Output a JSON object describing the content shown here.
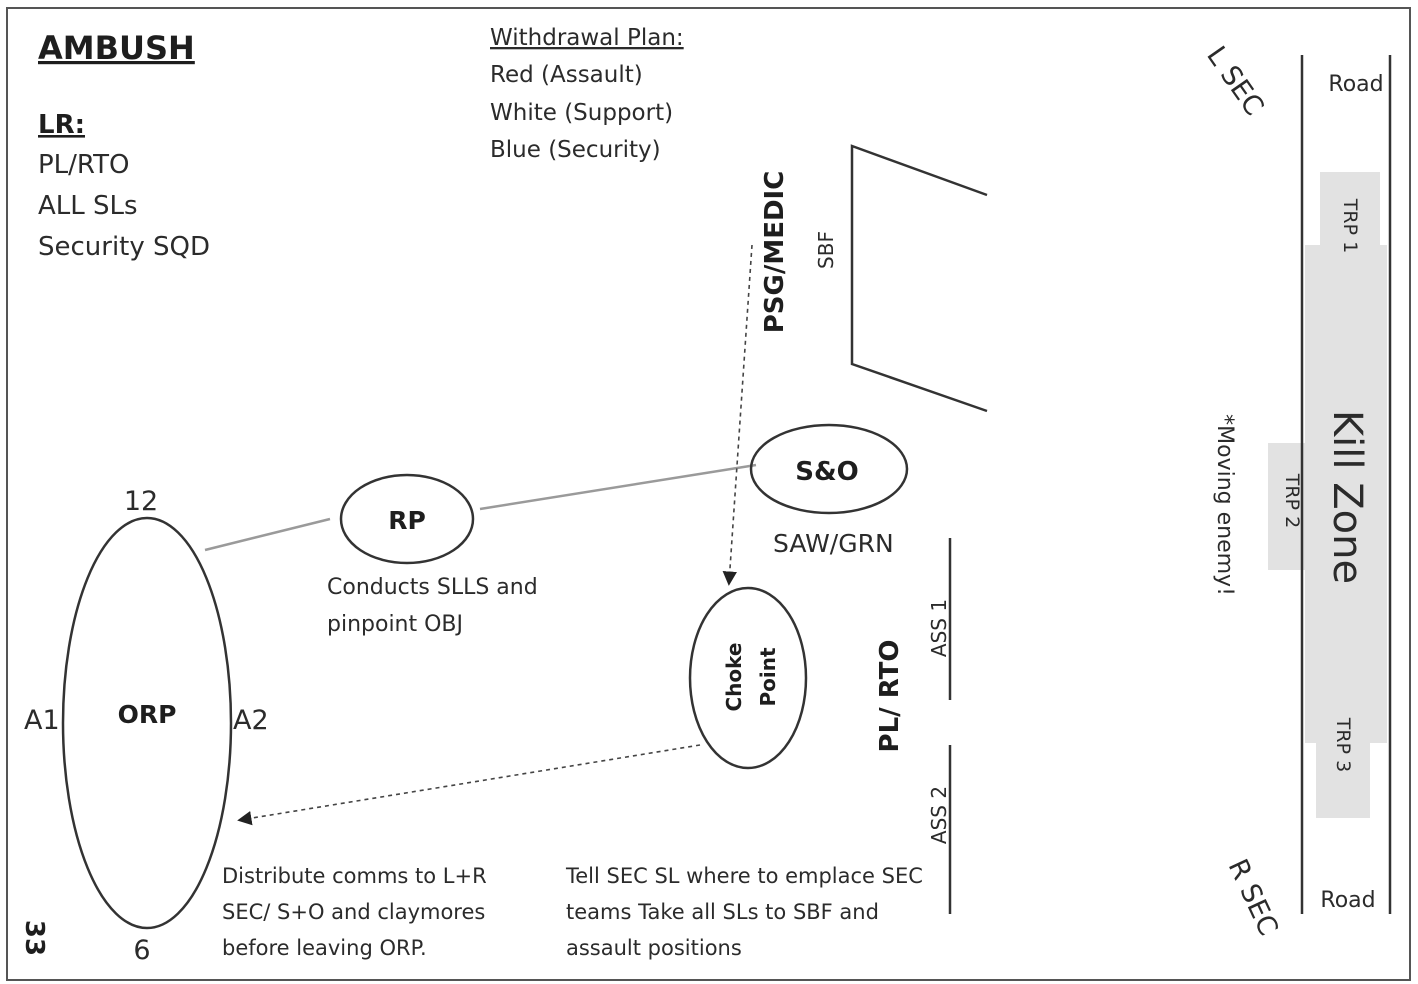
{
  "title": "AMBUSH",
  "lr": {
    "heading": "LR:",
    "items": [
      "PL/RTO",
      "ALL SLs",
      "Security SQD"
    ]
  },
  "withdrawal": {
    "heading": "Withdrawal Plan:",
    "items": [
      "Red (Assault)",
      "White (Support)",
      "Blue (Security)"
    ]
  },
  "orp": {
    "label": "ORP",
    "top": "12",
    "bottom": "6",
    "left": "A1",
    "right": "A2"
  },
  "rp": {
    "label": "RP",
    "note": [
      "Conducts SLLS and",
      "pinpoint OBJ"
    ]
  },
  "so": {
    "label": "S&O",
    "sub": "SAW/GRN"
  },
  "choke": {
    "line1": "Choke",
    "line2": "Point"
  },
  "psg": "PSG/MEDIC",
  "sbf": "SBF",
  "plrto": "PL/ RTO",
  "ass1": "ASS 1",
  "ass2": "ASS 2",
  "lsec": "L SEC",
  "rsec": "R SEC",
  "road_top": "Road",
  "road_bottom": "Road",
  "trp1": "TRP 1",
  "trp2": "TRP 2",
  "trp3": "TRP 3",
  "killzone": "Kill Zone",
  "moving": "*Moving enemy!",
  "note_orp": [
    "Distribute comms to L+R",
    "SEC/ S+O and claymores",
    "before leaving ORP."
  ],
  "note_sec": [
    "Tell SEC SL where to emplace SEC",
    "teams Take all SLs to SBF and",
    "assault positions"
  ],
  "page_number": "33"
}
